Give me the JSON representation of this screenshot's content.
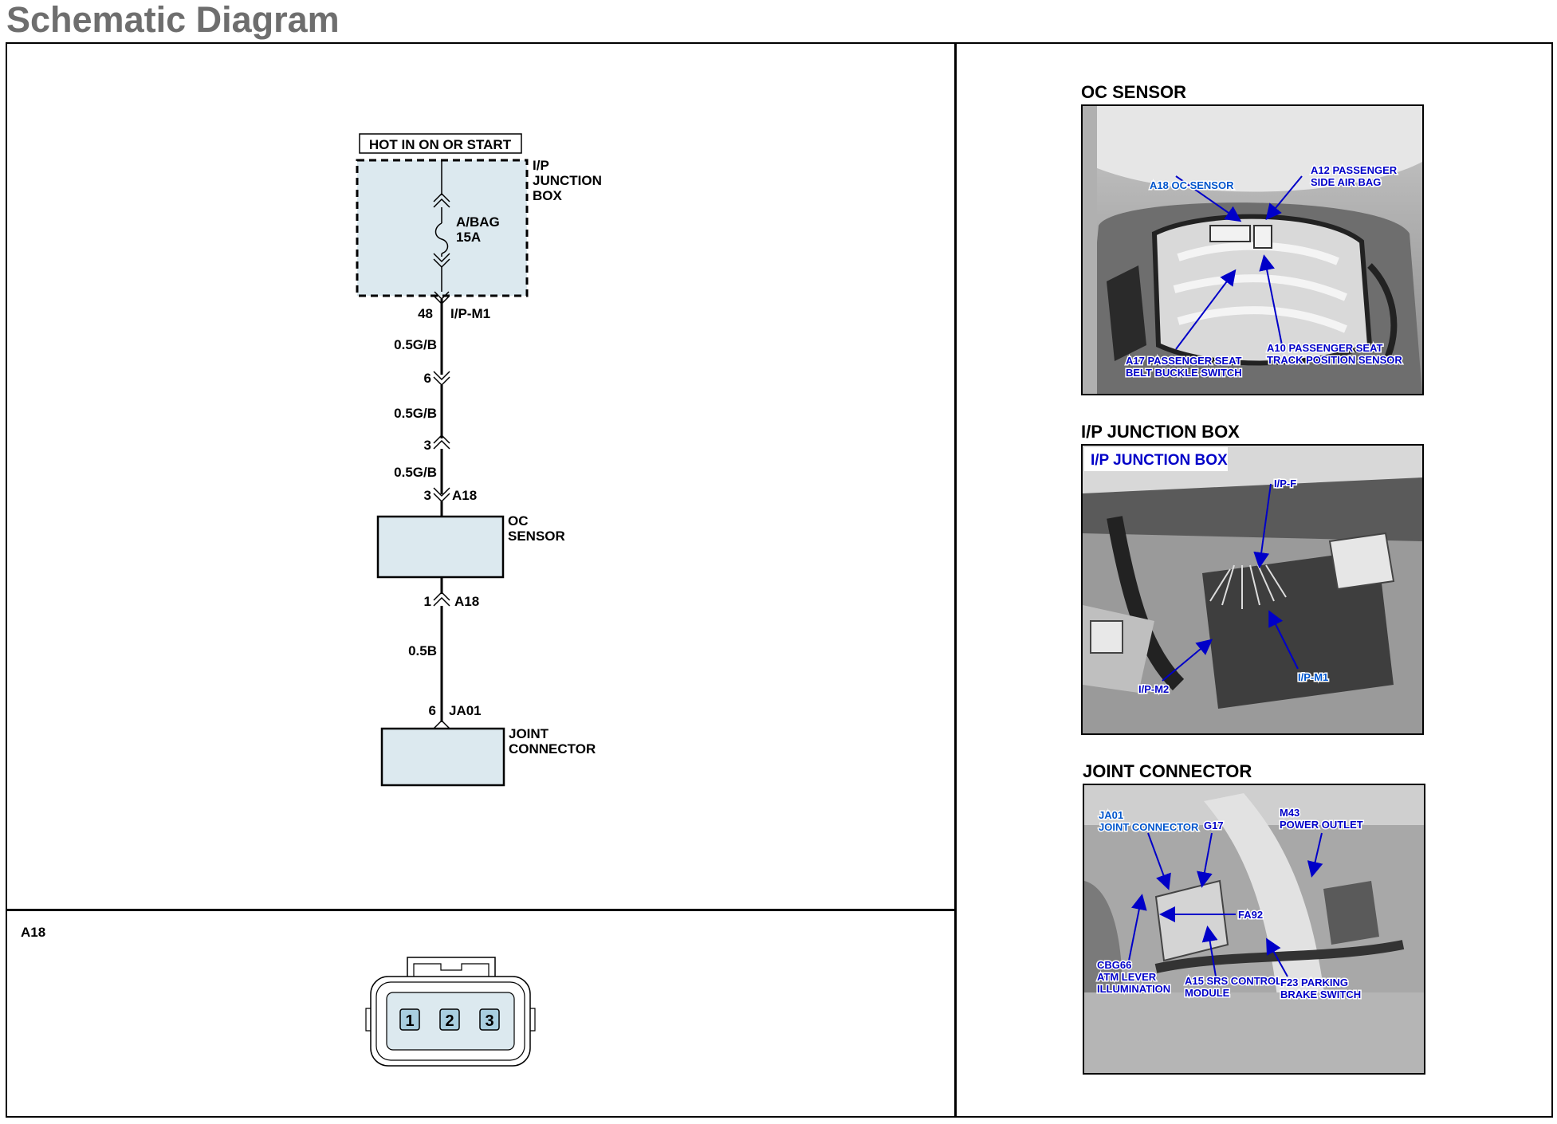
{
  "page_title": "Schematic Diagram",
  "schematic": {
    "power_label": "HOT IN ON OR START",
    "junction_box": [
      "I/P",
      "JUNCTION",
      "BOX"
    ],
    "fuse_name": "A/BAG",
    "fuse_rating": "15A",
    "pin_48": "48",
    "conn_ipm1": "I/P-M1",
    "wire_1": "0.5G/B",
    "pin_6_top": "6",
    "wire_2": "0.5G/B",
    "pin_3_top": "3",
    "wire_3": "0.5G/B",
    "pin_3_bottom": "3",
    "conn_a18_top": "A18",
    "oc_sensor": [
      "OC",
      "SENSOR"
    ],
    "pin_1": "1",
    "conn_a18_bottom": "A18",
    "wire_4": "0.5B",
    "pin_6_bottom": "6",
    "conn_ja01": "JA01",
    "joint_connector": [
      "JOINT",
      "CONNECTOR"
    ]
  },
  "connector_view": {
    "label": "A18",
    "pins": [
      "1",
      "2",
      "3"
    ]
  },
  "photos": [
    {
      "title": "OC SENSOR",
      "callouts": {
        "a18": "A18 OC SENSOR",
        "a12_l1": "A12 PASSENGER",
        "a12_l2": "SIDE AIR BAG",
        "a17_l1": "A17 PASSENGER SEAT",
        "a17_l2": "BELT BUCKLE SWITCH",
        "a10_l1": "A10 PASSENGER SEAT",
        "a10_l2": "TRACK POSITION SENSOR"
      }
    },
    {
      "title": "I/P JUNCTION BOX",
      "callouts": {
        "banner": "I/P JUNCTION BOX",
        "ipf": "I/P-F",
        "ipm2": "I/P-M2",
        "ipm1": "I/P-M1"
      }
    },
    {
      "title": "JOINT CONNECTOR",
      "callouts": {
        "ja01_l1": "JA01",
        "ja01_l2": "JOINT CONNECTOR",
        "g17": "G17",
        "m43_l1": "M43",
        "m43_l2": "POWER OUTLET",
        "fa92": "FA92",
        "cbg66_l1": "CBG66",
        "cbg66_l2": "ATM LEVER",
        "cbg66_l3": "ILLUMINATION",
        "a15_l1": "A15 SRS CONTROL",
        "a15_l2": "MODULE",
        "f23_l1": "F23 PARKING",
        "f23_l2": "BRAKE SWITCH"
      }
    }
  ],
  "colors": {
    "component_fill": "#dce9ef",
    "callout_blue": "#0000c8",
    "callout_light_blue": "#0055cc",
    "title_gray": "#6e6e6e"
  }
}
